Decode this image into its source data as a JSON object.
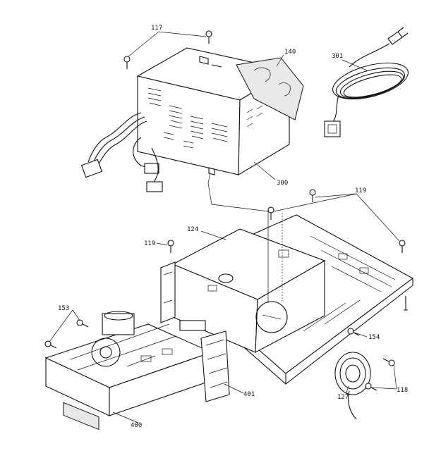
{
  "callouts": {
    "c117": "117",
    "c140": "140",
    "c301": "301",
    "c300": "300",
    "c119a": "119",
    "c119b": "119",
    "c124": "124",
    "c153": "153",
    "c154": "154",
    "c118": "118",
    "c127": "127",
    "c401": "401",
    "c400": "400"
  },
  "colors": {
    "ink": "#111111",
    "paper": "#ffffff"
  }
}
